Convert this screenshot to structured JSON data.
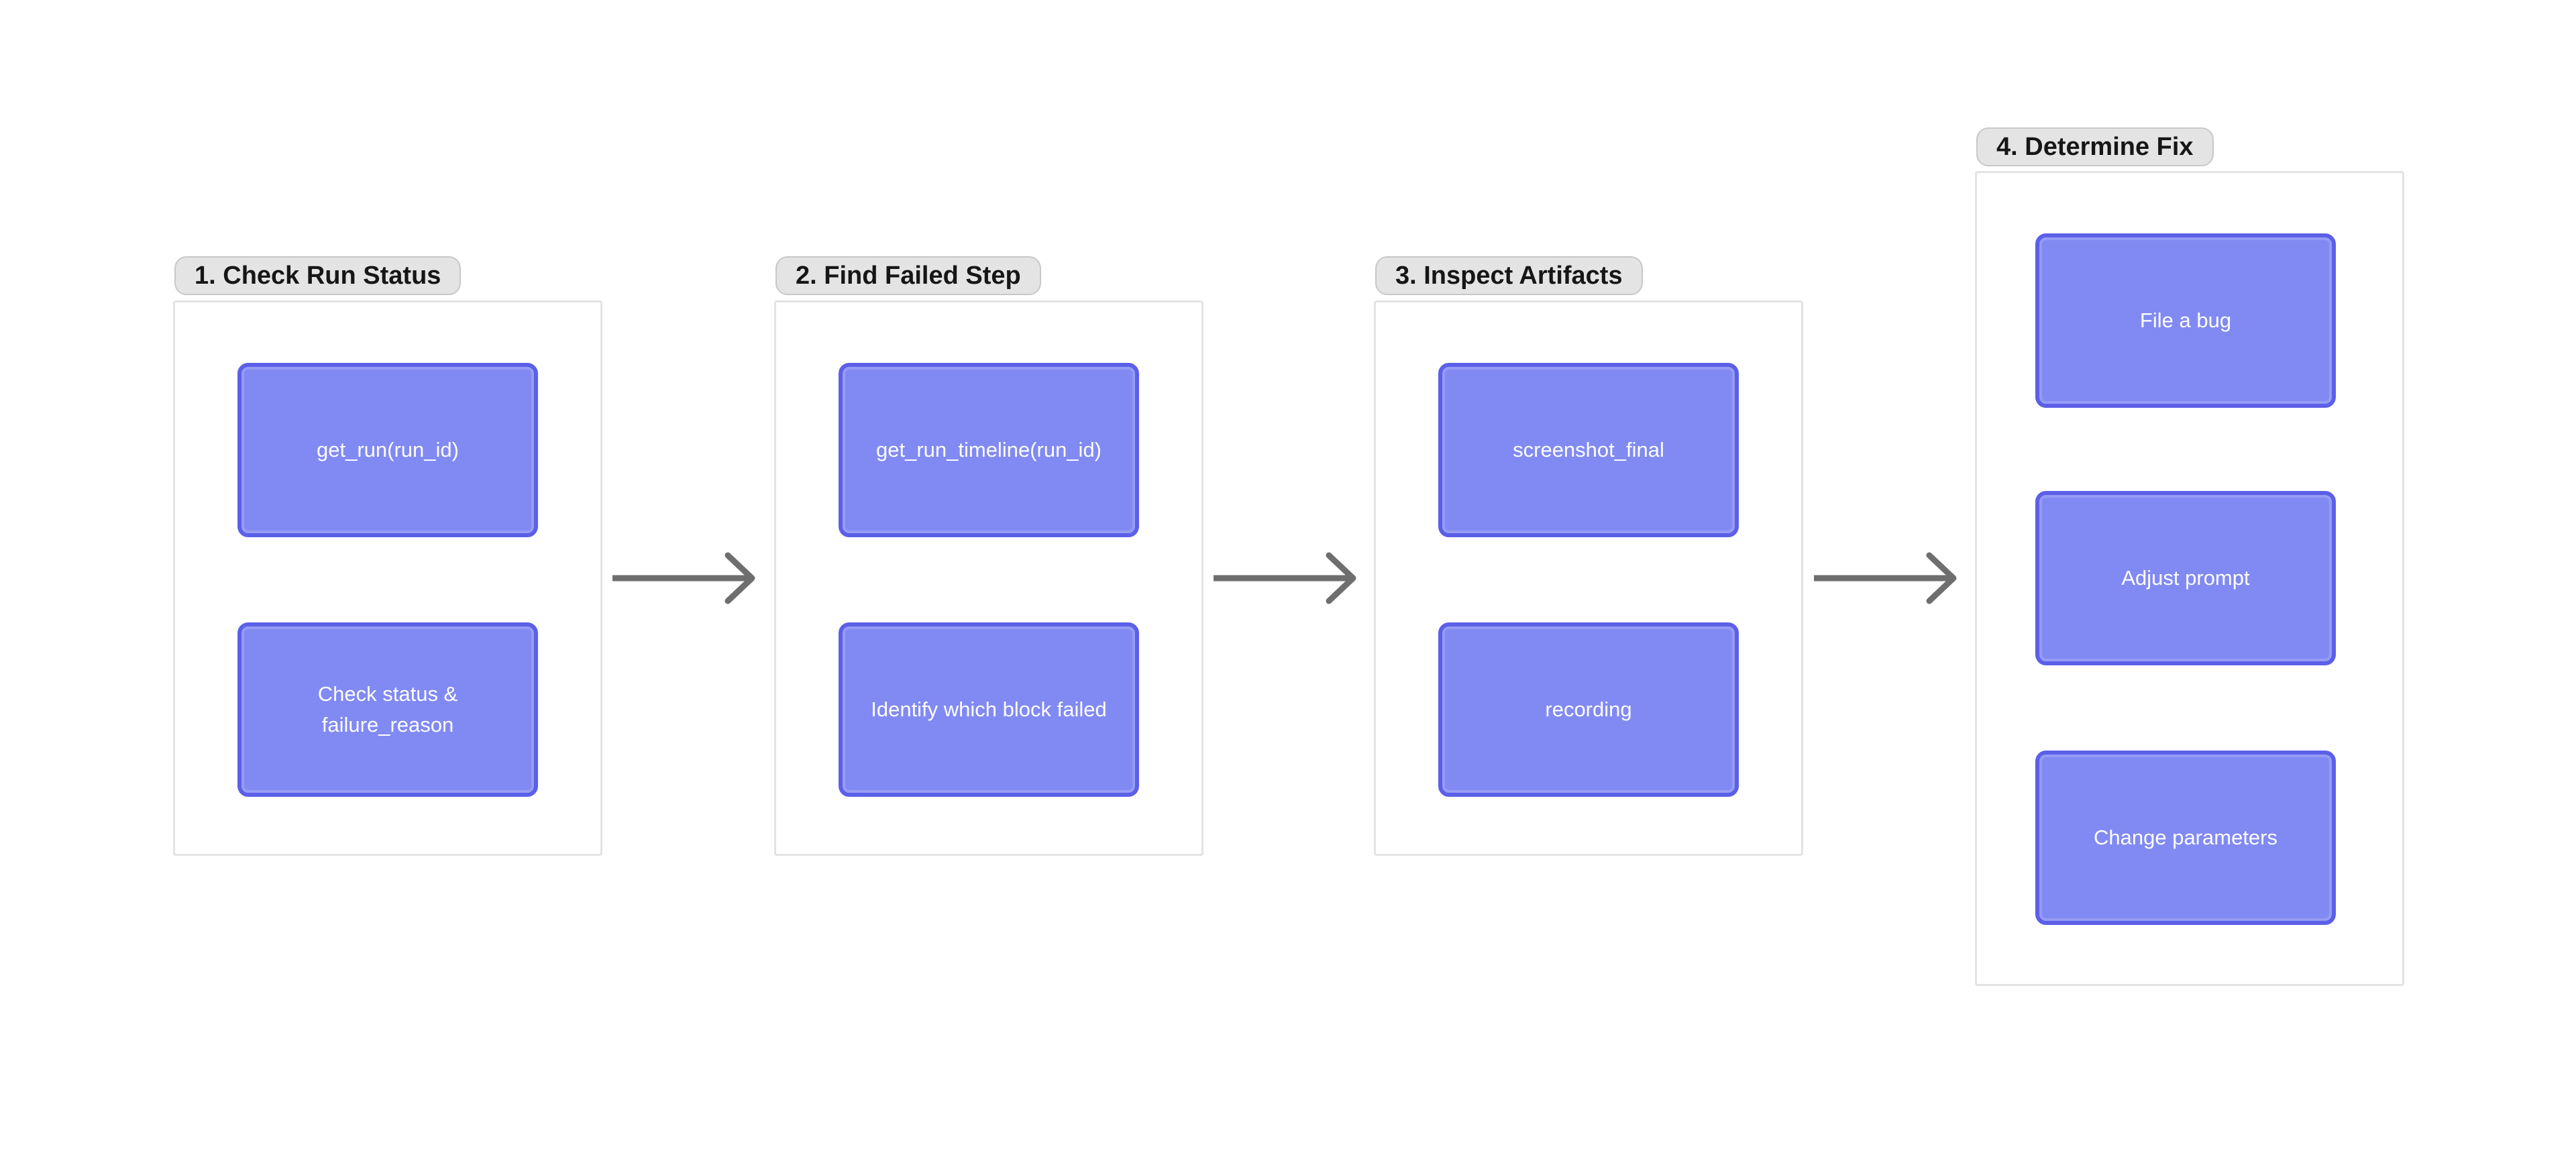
{
  "diagram": {
    "title": "run-failure-triage-flow",
    "background": "#ffffff",
    "colors": {
      "node_fill": "#818af2",
      "node_border": "#5c5fe8",
      "node_text": "#fdfdff",
      "frame_border": "#e3e3e3",
      "label_bg": "#e4e4e4",
      "label_border": "#c8c8c8",
      "label_text": "#161616",
      "arrow": "#6e6e6e"
    },
    "groups": [
      {
        "label": "1. Check Run Status",
        "nodes": [
          "get_run(run_id)",
          "Check status & failure_reason"
        ]
      },
      {
        "label": "2. Find Failed Step",
        "nodes": [
          "get_run_timeline(run_id)",
          "Identify which block failed"
        ]
      },
      {
        "label": "3. Inspect Artifacts",
        "nodes": [
          "screenshot_final",
          "recording"
        ]
      },
      {
        "label": "4. Determine Fix",
        "nodes": [
          "File a bug",
          "Adjust prompt",
          "Change parameters"
        ]
      }
    ],
    "arrows": [
      {
        "from": "1. Check Run Status",
        "to": "2. Find Failed Step"
      },
      {
        "from": "2. Find Failed Step",
        "to": "3. Inspect Artifacts"
      },
      {
        "from": "3. Inspect Artifacts",
        "to": "4. Determine Fix"
      }
    ]
  }
}
